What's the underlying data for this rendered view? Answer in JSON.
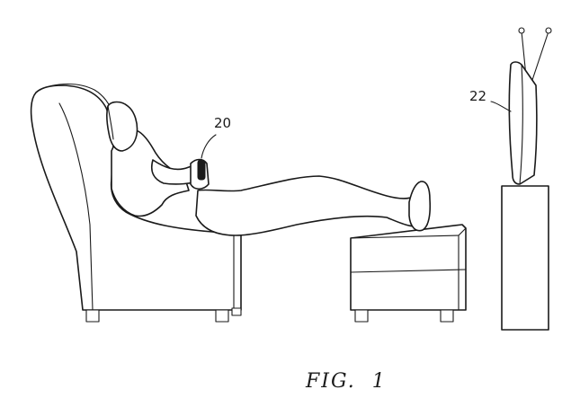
{
  "figure": {
    "caption": "FIG.  1",
    "reference_numerals": {
      "controller": "20",
      "television": "22"
    }
  },
  "colors": {
    "ink": "#1a1a1a",
    "background": "#ffffff"
  }
}
